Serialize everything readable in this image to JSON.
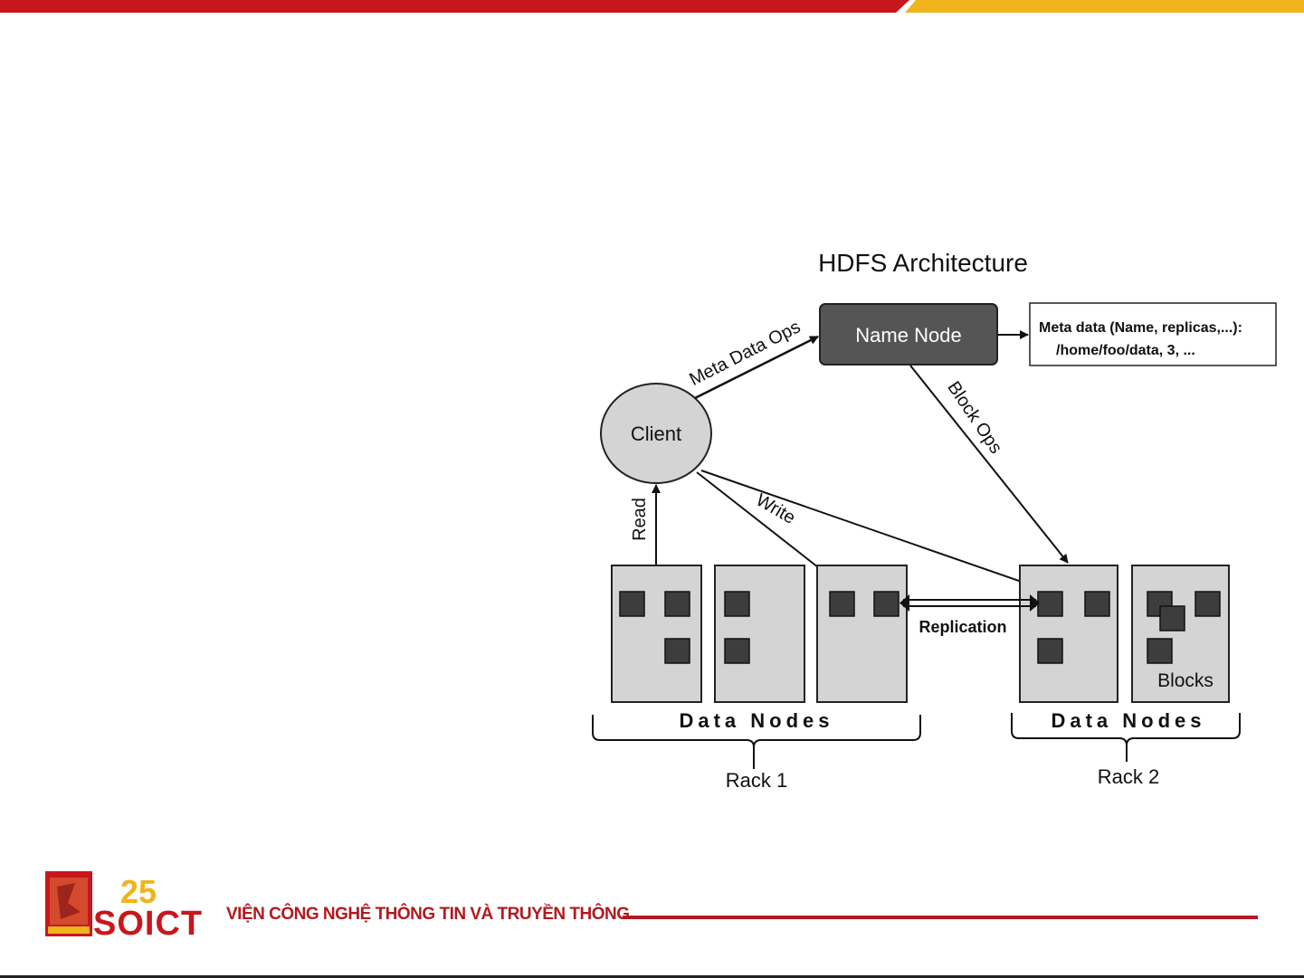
{
  "colors": {
    "brand_red": "#c8161d",
    "brand_yellow": "#f0b41c",
    "name_node_fill": "#555555",
    "node_fill": "#d4d4d4",
    "block_fill": "#3d3d3d"
  },
  "diagram": {
    "title": "HDFS Architecture",
    "name_node": "Name Node",
    "metadata_line1": "Meta data (Name, replicas,...):",
    "metadata_line2": "/home/foo/data,  3, ...",
    "client": "Client",
    "meta_data_ops": "Meta Data Ops",
    "block_ops": "Block Ops",
    "read": "Read",
    "write": "Write",
    "replication": "Replication",
    "blocks": "Blocks",
    "rack1_nodes": "Data Nodes",
    "rack2_nodes": "Data Nodes",
    "rack1": "Rack 1",
    "rack2": "Rack 2"
  },
  "footer": {
    "logo_number": "25",
    "logo_text": "SOICT",
    "institute": "VIỆN CÔNG NGHỆ THÔNG TIN VÀ TRUYỀN THÔNG"
  }
}
